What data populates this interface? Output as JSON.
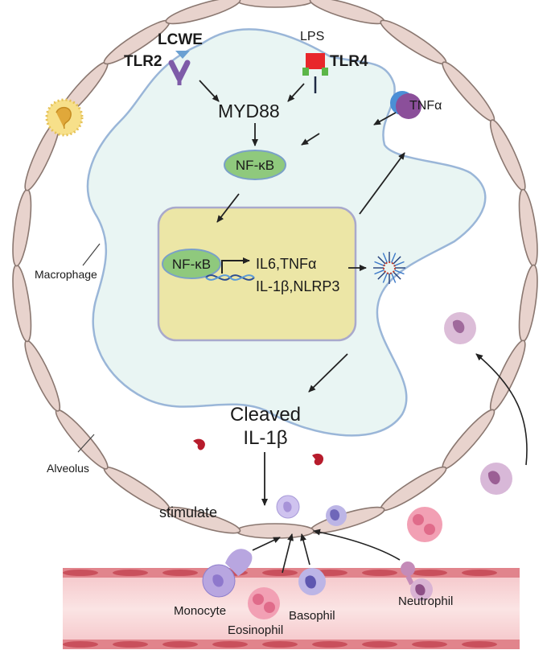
{
  "receptors": {
    "ligand_1": "LCWE",
    "receptor_1": "TLR2",
    "ligand_2": "LPS",
    "receptor_2": "TLR4"
  },
  "pathway": {
    "adaptor": "MYD88",
    "transcription_factor": "NF-κB",
    "secreted_cytokine": "TNFα",
    "gene_targets_line1": "IL6,TNFα",
    "gene_targets_line2": "IL-1β,NLRP3",
    "cleaved_line1": "Cleaved",
    "cleaved_line2": "IL-1β",
    "action": "stimulate"
  },
  "labels": {
    "macrophage": "Macrophage",
    "alveolus": "Alveolus"
  },
  "blood_cells": {
    "monocyte": "Monocyte",
    "eosinophil": "Eosinophil",
    "basophil": "Basophil",
    "neutrophil": "Neutrophil"
  },
  "colors": {
    "cell_fill": "#e9f5f3",
    "cell_stroke": "#9ab6d8",
    "nucleus_fill": "#ece6a6",
    "nucleus_stroke": "#a9a9cc",
    "nfkb_fill": "#8fc97d",
    "alveolar_cell": "#e8d3cd",
    "alveolar_stroke": "#8a7770",
    "vessel_wall": "#e1848c",
    "vessel_lumen": "#f9dcdc",
    "tlr4_red": "#e8262a",
    "tlr4_green": "#5cb648",
    "tlr2_purple": "#7e5ba8",
    "tnf_purple": "#8b4f9a",
    "monocyte": "#b8a6e0",
    "eosinophil": "#f2a0b4",
    "basophil": "#8d84c9",
    "neutrophil": "#b98bb0"
  }
}
